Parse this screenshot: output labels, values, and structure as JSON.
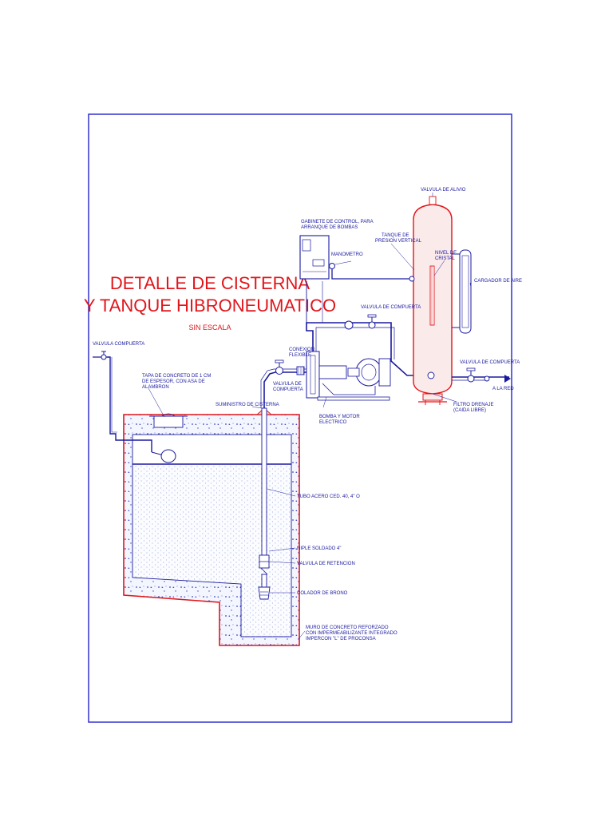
{
  "title": {
    "line1": "DETALLE DE CISTERNA",
    "line2": "Y TANQUE HIBRONEUMATICO",
    "subtitle": "SIN ESCALA"
  },
  "labels": {
    "valvula_alivio": "VALVULA DE ALIVIO",
    "gabinete_1": "GABINETE DE CONTROL, PARA",
    "gabinete_2": "ARRANQUE DE BOMBAS",
    "tanque_presion_1": "TANQUE DE",
    "tanque_presion_2": "PRESION VERTICAL",
    "nivel_cristal_1": "NIVEL DE",
    "nivel_cristal_2": "CRISTAL",
    "manometro": "MANOMETRO",
    "cargador_aire": "CARGADOR DE AIRE",
    "valvula_compuerta_top": "VALVULA DE COMPUERTA",
    "valvula_compuerta_left": "VALVULA COMPUERTA",
    "conexion_flexible_1": "CONEXION",
    "conexion_flexible_2": "FLEXIBLE",
    "valvula_compuerta_mid_1": "VALVULA DE",
    "valvula_compuerta_mid_2": "COMPUERTA",
    "valvula_compuerta_right": "VALVULA DE COMPUERTA",
    "a_la_red": "A LA RED",
    "filtro_drenaje_1": "FILTRO DRENAJE",
    "filtro_drenaje_2": "(CAIDA LIBRE)",
    "tapa_1": "TAPA DE CONCRETO DE 1 CM",
    "tapa_2": "DE ESPESOR, CON ASA DE",
    "tapa_3": "ALAMBRON",
    "suministro": "SUMINISTRO DE CISTERNA",
    "bomba_1": "BOMBA Y MOTOR",
    "bomba_2": "ELECTRICO",
    "tubo_acero": "TUBO ACERO CED. 40, 4\" O",
    "niple": "NIPLE SOLDADO 4\"",
    "valvula_retencion": "VALVULA DE RETENCION",
    "colador": "COLADOR DE BRONO",
    "muro_1": "MURO DE CONCRETO REFORZADO",
    "muro_2": "CON IMPERMEABILIZANTE INTEGRADO",
    "muro_3": "IMPERCON \"L\" DE PROCONSA"
  },
  "colors": {
    "line": "#1a1aa0",
    "frame": "#2222cc",
    "accent": "#e0161b",
    "concrete_fill": "#f4f6ff",
    "water_fill": "#fbfcff"
  }
}
